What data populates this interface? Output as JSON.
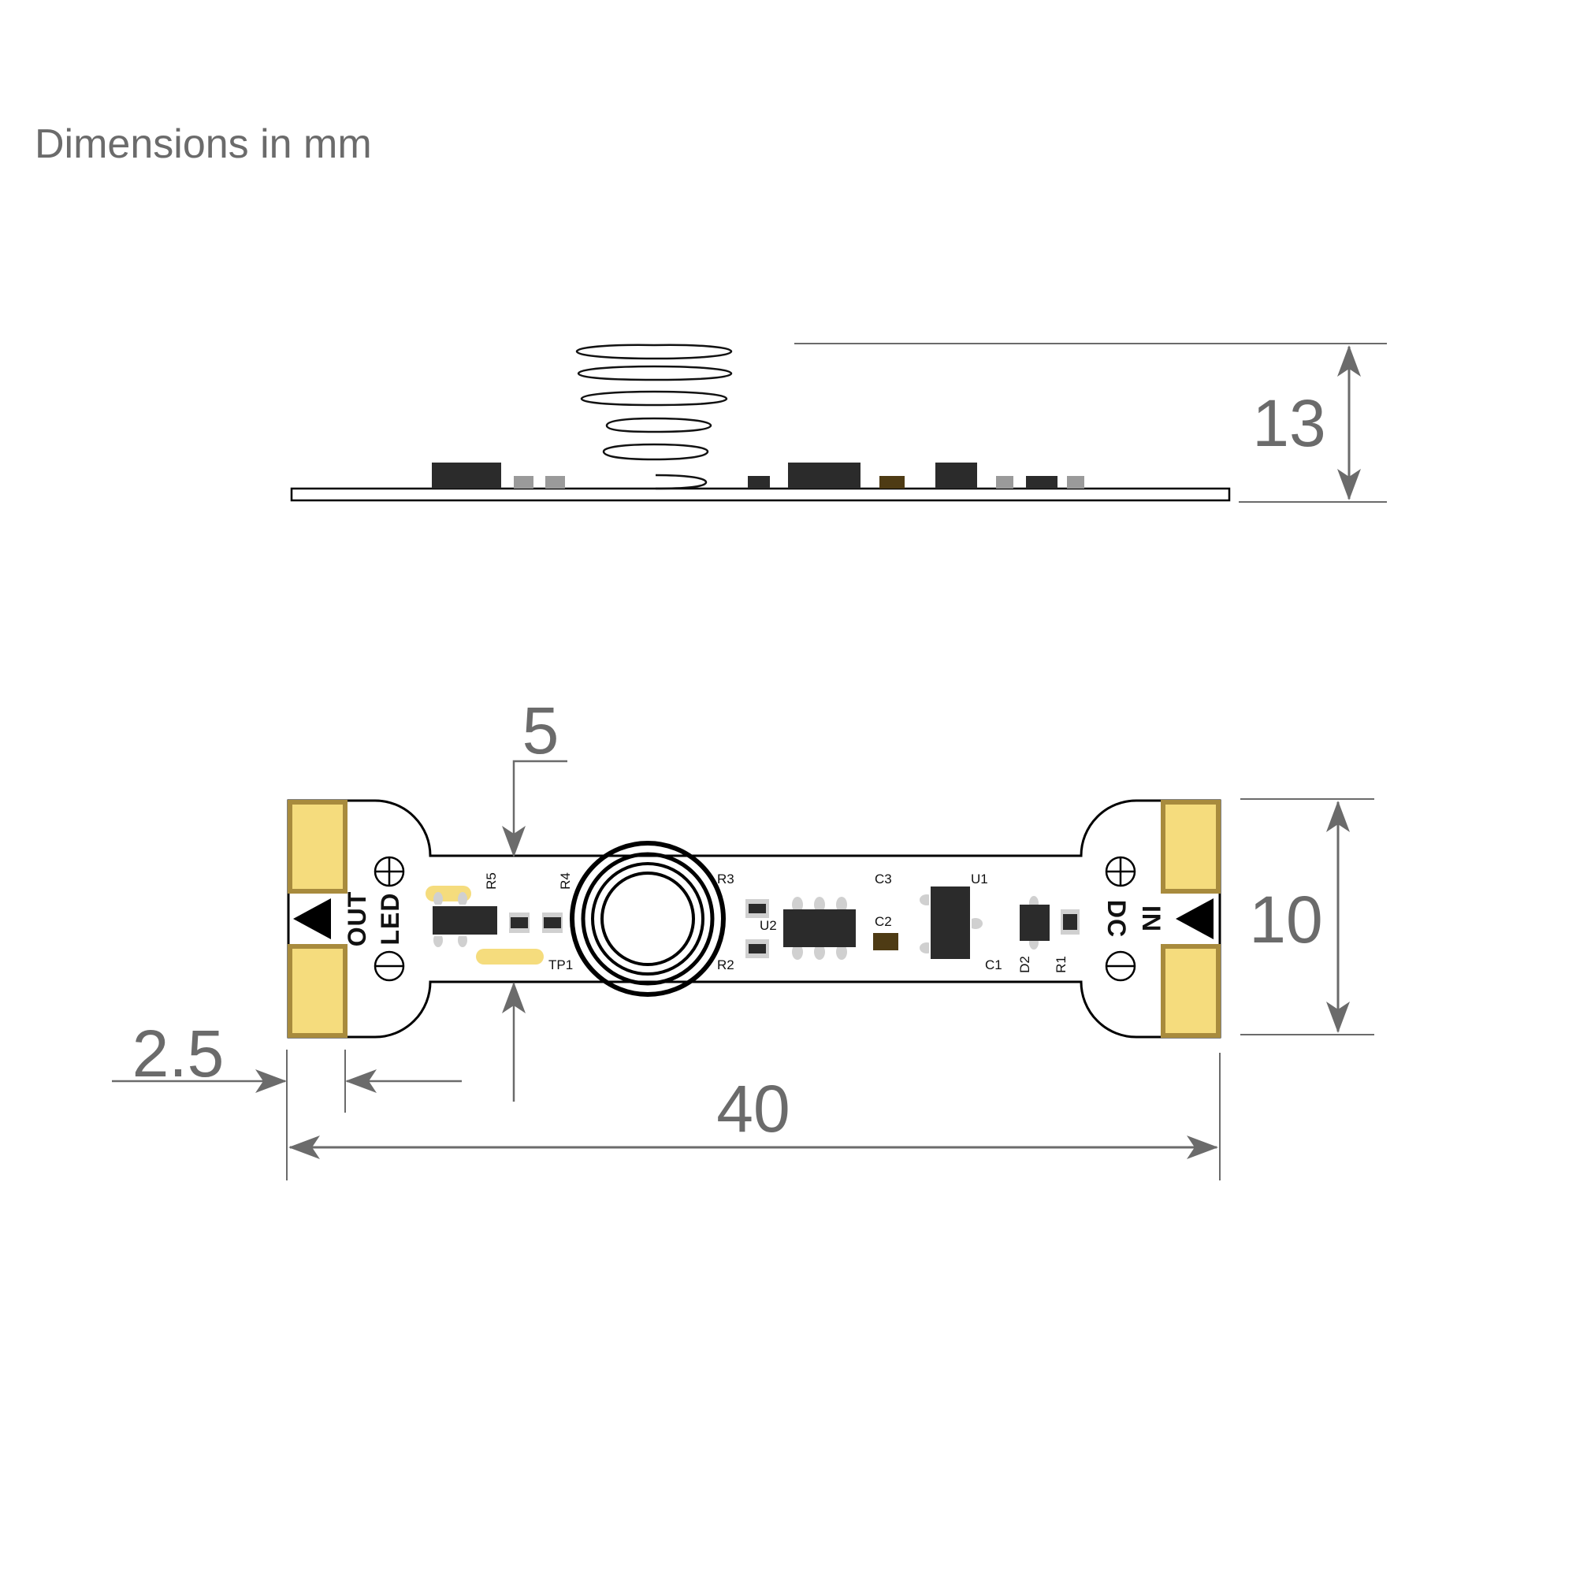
{
  "heading": "Dimensions in mm",
  "dimensions": {
    "height": "13",
    "width": "10",
    "offset": "5",
    "pad": "2.5",
    "length": "40"
  },
  "silkscreen": {
    "left_line1": "OUT",
    "left_line2": "LED",
    "right_line1": "DC",
    "right_line2": "IN"
  },
  "refs": {
    "r5": "R5",
    "r4": "R4",
    "r3": "R3",
    "u2": "U2",
    "c3": "C3",
    "c2": "C2",
    "u1": "U1",
    "c1": "C1",
    "d2": "D2",
    "r1": "R1",
    "tp1": "TP1",
    "r2": "R2"
  },
  "colors": {
    "pad": "#f5dc7d",
    "pad_edge": "#a88b3d",
    "component": "#2b2b2b",
    "dim_line": "#6b6b6b"
  }
}
